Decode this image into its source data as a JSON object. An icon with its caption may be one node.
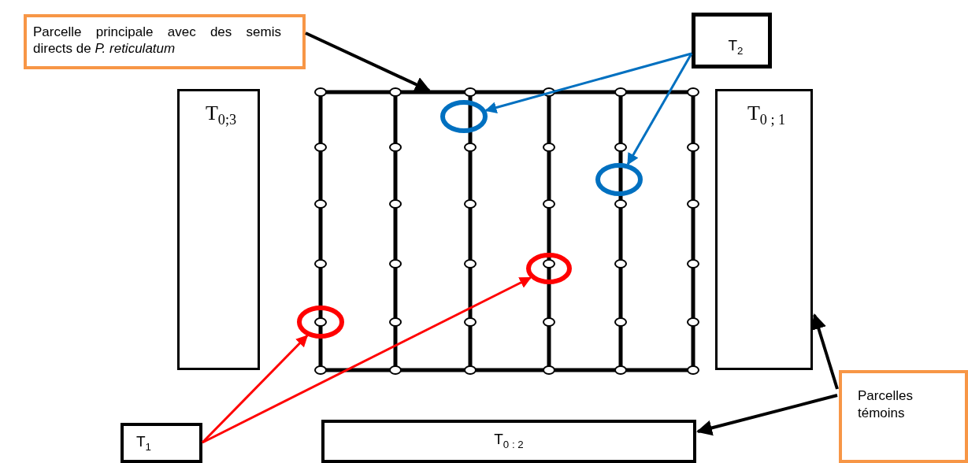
{
  "diagram": {
    "nodes": [
      {
        "text": [
          "Parcelle principale avec des semis directs de *P. reticulatum*"
        ]
      },
      {
        "text": [
          "T$_{2}$"
        ]
      },
      {
        "text": [
          "T$_{0;3}$"
        ]
      },
      {
        "text": [],
        "shape": "box"
      },
      {
        "text": [
          "T$_{0 ; 1}$"
        ]
      },
      {
        "text": [],
        "shape": "circle",
        "in": 3
      },
      {
        "text": [],
        "shape": "circle",
        "in": 3
      },
      {
        "text": [],
        "shape": "circle",
        "in": 3
      },
      {
        "text": [],
        "shape": "circle",
        "in": 3
      },
      {
        "text": [
          "T$_{1}$"
        ]
      },
      {
        "text": [
          "T$_{0 : 2}$"
        ]
      },
      {
        "text": [
          "Parcelles témoins"
        ]
      }
    ],
    "edges": [
      {
        "from": 0,
        "to": 3,
        "arrow": "to"
      },
      {
        "from": 1,
        "to": 5,
        "arrow": "to",
        "color": "#0070c0"
      },
      {
        "from": 1,
        "to": 6,
        "arrow": "to",
        "color": "#0070c0"
      },
      {
        "from": 9,
        "to": 8,
        "arrow": "to",
        "color": "#ff0000"
      },
      {
        "from": 9,
        "to": 7,
        "arrow": "to",
        "color": "#ff0000"
      },
      {
        "from": 11,
        "to": 4,
        "arrow": "to"
      },
      {
        "from": 11,
        "to": 10,
        "arrow": "to"
      }
    ]
  }
}
